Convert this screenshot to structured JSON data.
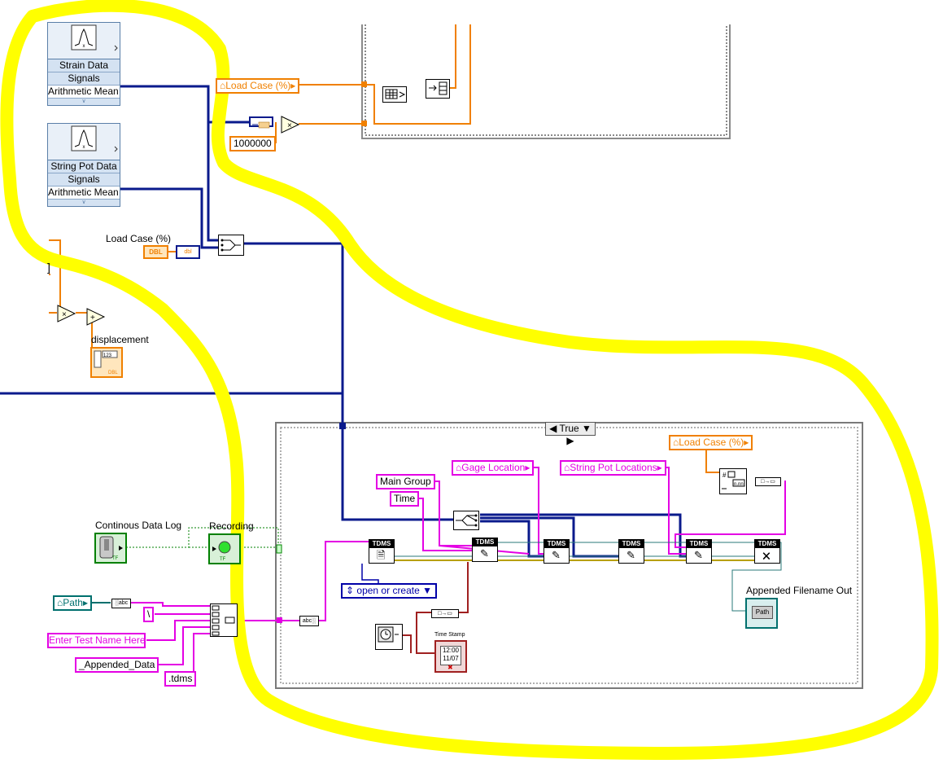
{
  "colors": {
    "highlight": "#ffff00",
    "dynamic_data_wire": "#0a1a8c",
    "double_wire": "#f08000",
    "string_wire": "#e400e4",
    "boolean_wire": "#008000",
    "path_wire": "#00706e"
  },
  "express_vis": [
    {
      "title": "Strain Data",
      "signals": "Signals",
      "measure": "Arithmetic Mean"
    },
    {
      "title": "String Pot Data",
      "signals": "Signals",
      "measure": "Arithmetic Mean"
    }
  ],
  "labels": {
    "load_case_top": "Load Case (%)",
    "million": "1000000",
    "load_case_label": "Load Case (%)",
    "dbl_terminal": "DBL",
    "dbl_conv": "dbl",
    "displacement": "displacement",
    "continuous_log": "Continous Data Log",
    "recording": "Recording",
    "tf1": "TF",
    "tf2": "TF",
    "path_const": "Path",
    "backslash": "\\",
    "test_name": "Enter Test Name Here:",
    "appended": "_Appended_Data",
    "tdms_ext": ".tdms"
  },
  "case_structure": {
    "selector": "True",
    "main_group": "Main Group",
    "time": "Time",
    "gage_location": "Gage Location",
    "string_pot_locations": "String Pot Locations",
    "load_case": "Load Case (%)",
    "open_mode": "open or create",
    "time_stamp": "Time Stamp",
    "timestamp_display": "12:00",
    "timestamp_date": "11/07",
    "appended_filename_out": "Appended Filename Out",
    "path_indicator": "Path",
    "tdms_nodes": [
      "TDMS",
      "TDMS",
      "TDMS",
      "TDMS",
      "TDMS",
      "TDMS"
    ]
  }
}
